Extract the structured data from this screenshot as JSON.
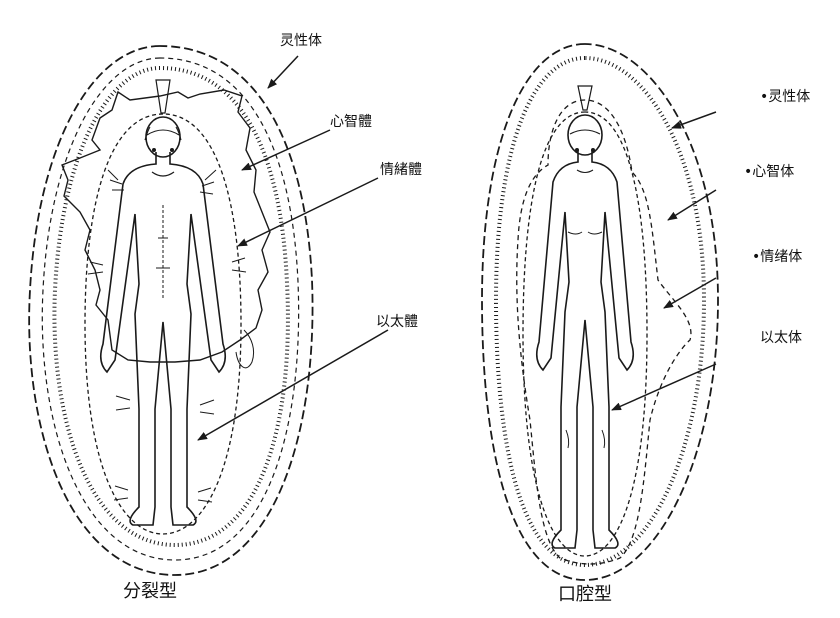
{
  "diagram": {
    "left_panel": {
      "caption": "分裂型",
      "labels": {
        "spiritual": "灵性体",
        "mental": "心智體",
        "emotional": "情緒體",
        "etheric": "以太體"
      }
    },
    "right_panel": {
      "caption": "口腔型",
      "labels": {
        "spiritual": "•灵性体",
        "mental": "•心智体",
        "emotional": "•情绪体",
        "etheric": "以太体"
      }
    },
    "colors": {
      "ink": "#1a1a1a",
      "background": "#ffffff"
    }
  }
}
